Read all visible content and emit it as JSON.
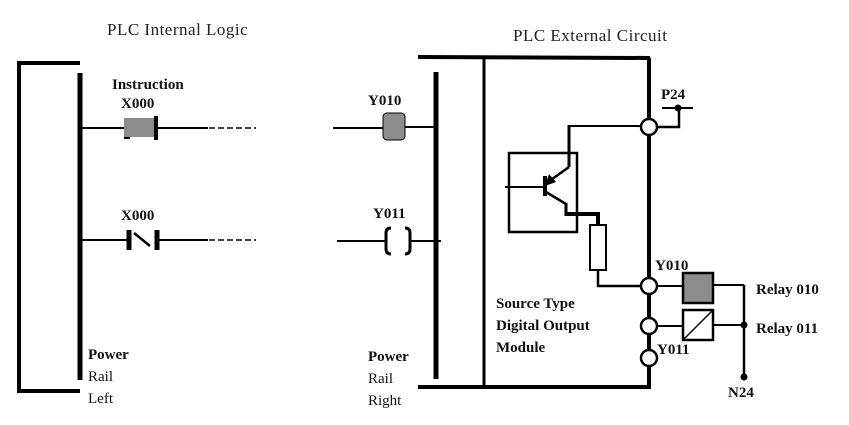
{
  "titles": {
    "internal": "PLC  Internal  Logic",
    "external": "PLC  External  Circuit"
  },
  "internal_logic": {
    "rung1": {
      "label_top": "Instruction",
      "label": "X000",
      "element": "normally-open-contact (shaded, active)"
    },
    "rung2": {
      "label": "X000",
      "element": "normally-closed-contact"
    },
    "left_rail": [
      "Power",
      "Rail",
      "Left"
    ]
  },
  "output_logic": {
    "rung1": {
      "label": "Y010",
      "element": "output-coil (shaded, energized)"
    },
    "rung2": {
      "label": "Y011",
      "element": "output-coil"
    },
    "right_rail": [
      "Power",
      "Rail",
      "Right"
    ]
  },
  "external_circuit": {
    "supply_positive": "P24",
    "supply_negative": "N24",
    "module_label": [
      "Source Type",
      "Digital Output",
      "Module"
    ],
    "terminals": [
      "Y010",
      "Y011"
    ],
    "relays": [
      {
        "label": "Relay 010",
        "state": "energized"
      },
      {
        "label": "Relay 011",
        "state": "de-energized"
      }
    ]
  },
  "colors": {
    "line": "#000000",
    "active_fill": "#8c8c8c"
  }
}
